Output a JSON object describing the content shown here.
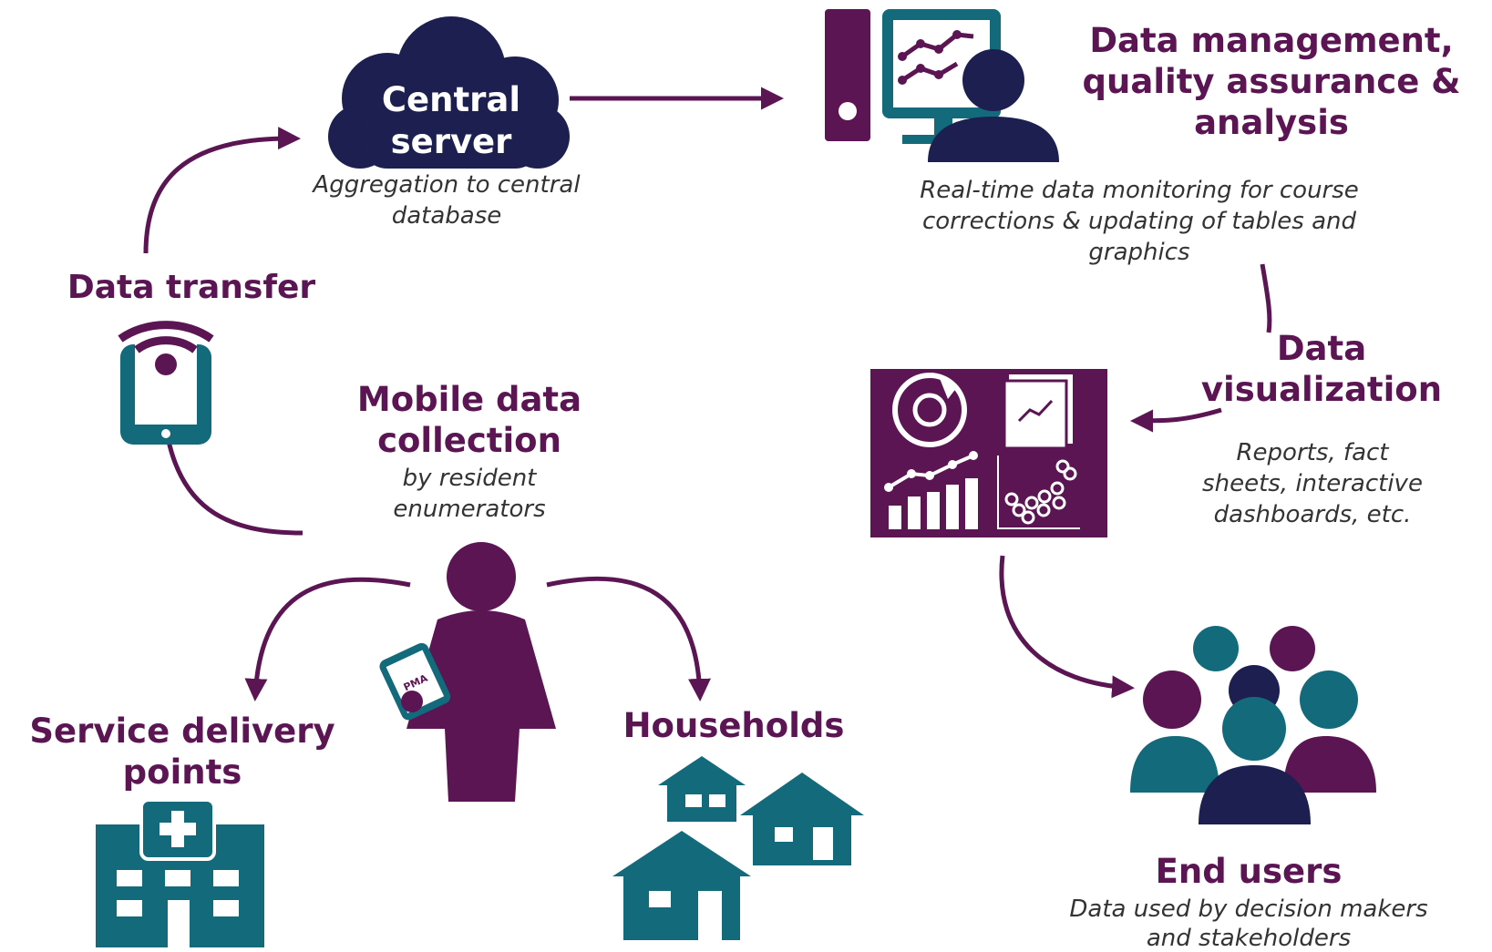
{
  "central_server": {
    "title_line1": "Central",
    "title_line2": "server",
    "caption_line1": "Aggregation to central",
    "caption_line2": "database"
  },
  "data_management": {
    "title_line1": "Data management,",
    "title_line2": "quality assurance &",
    "title_line3": "analysis",
    "caption_line1": "Real-time data monitoring for course",
    "caption_line2": "corrections & updating of tables and",
    "caption_line3": "graphics"
  },
  "data_transfer": {
    "title": "Data transfer"
  },
  "mobile_collection": {
    "title_line1": "Mobile data",
    "title_line2": "collection",
    "caption_line1": "by resident",
    "caption_line2": "enumerators",
    "tablet_logo": "PMA"
  },
  "data_visualization": {
    "title_line1": "Data",
    "title_line2": "visualization",
    "caption_line1": "Reports, fact",
    "caption_line2": "sheets, interactive",
    "caption_line3": "dashboards, etc."
  },
  "service_delivery": {
    "title_line1": "Service delivery",
    "title_line2": "points"
  },
  "households": {
    "title": "Households"
  },
  "end_users": {
    "title": "End users",
    "caption_line1": "Data used by decision makers",
    "caption_line2": "and stakeholders"
  },
  "icons": [
    "cloud-icon",
    "computer-analyst-icon",
    "wifi-phone-icon",
    "enumerator-icon",
    "dashboard-icon",
    "hospital-icon",
    "houses-icon",
    "people-group-icon"
  ],
  "colors": {
    "purple": "#5b1553",
    "navy": "#1c1f4f",
    "teal": "#136a7a",
    "text": "#333333"
  }
}
